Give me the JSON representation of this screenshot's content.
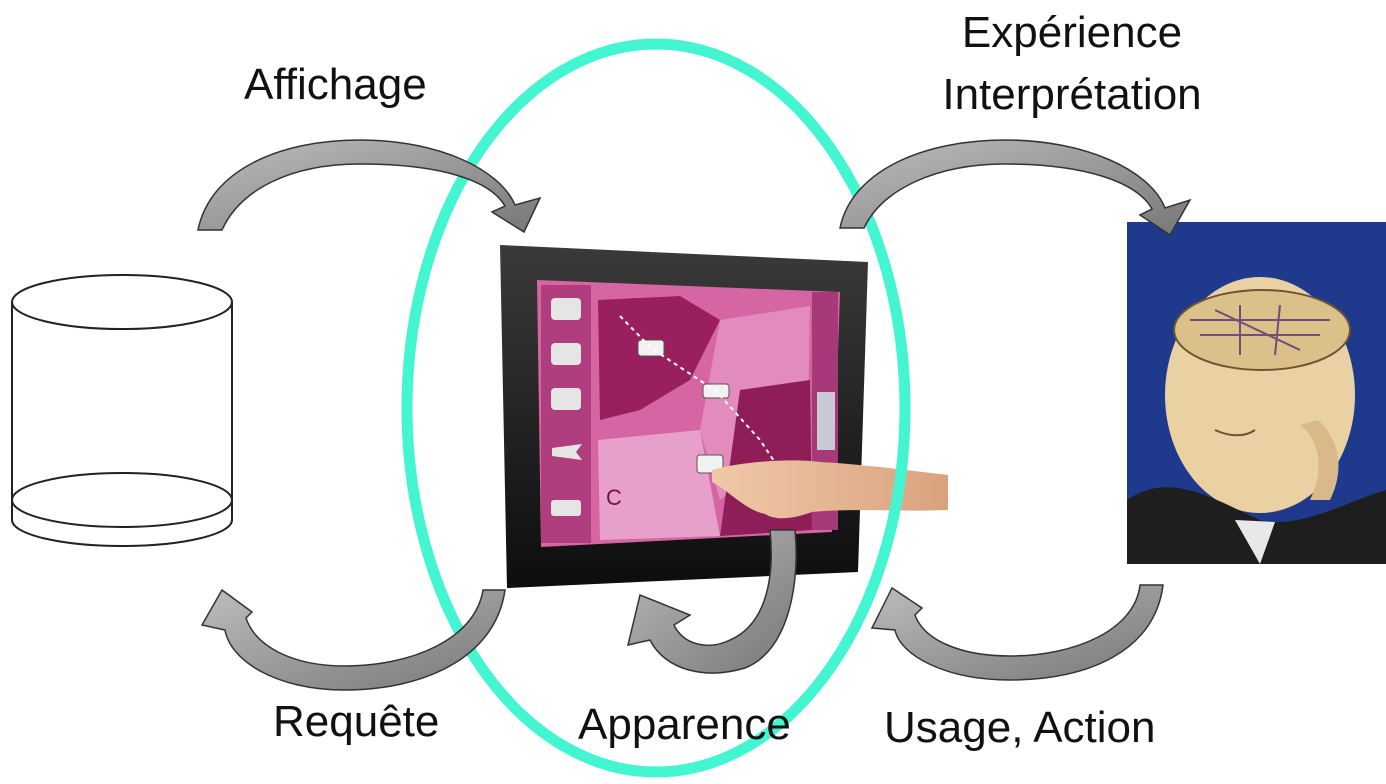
{
  "labels": {
    "affichage": "Affichage",
    "experience": "Expérience",
    "interpretation": "Interprétation",
    "requete": "Requête",
    "apparence": "Apparence",
    "usage_action": "Usage, Action"
  },
  "nodes": {
    "database": "database-cylinder",
    "screen": "touchscreen-map-display",
    "user": "thinking-user-maze-brain"
  },
  "colors": {
    "highlight_ellipse": "#44f5d2",
    "arrow_fill": "#9a9a9a",
    "arrow_stroke": "#333333",
    "screen_map": "#c8508f",
    "portrait_background": "#1f3a8c"
  }
}
